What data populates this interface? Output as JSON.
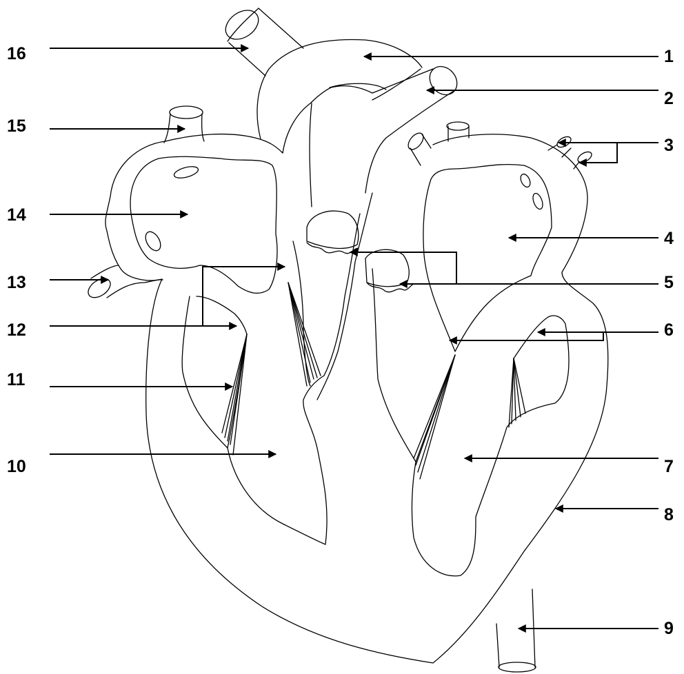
{
  "diagram": {
    "line_color": "#000000",
    "background": "#ffffff",
    "labels": {
      "n1": "1",
      "n2": "2",
      "n3": "3",
      "n4": "4",
      "n5": "5",
      "n6": "6",
      "n7": "7",
      "n8": "8",
      "n9": "9",
      "n10": "10",
      "n11": "11",
      "n12": "12",
      "n13": "13",
      "n14": "14",
      "n15": "15",
      "n16": "16"
    }
  }
}
